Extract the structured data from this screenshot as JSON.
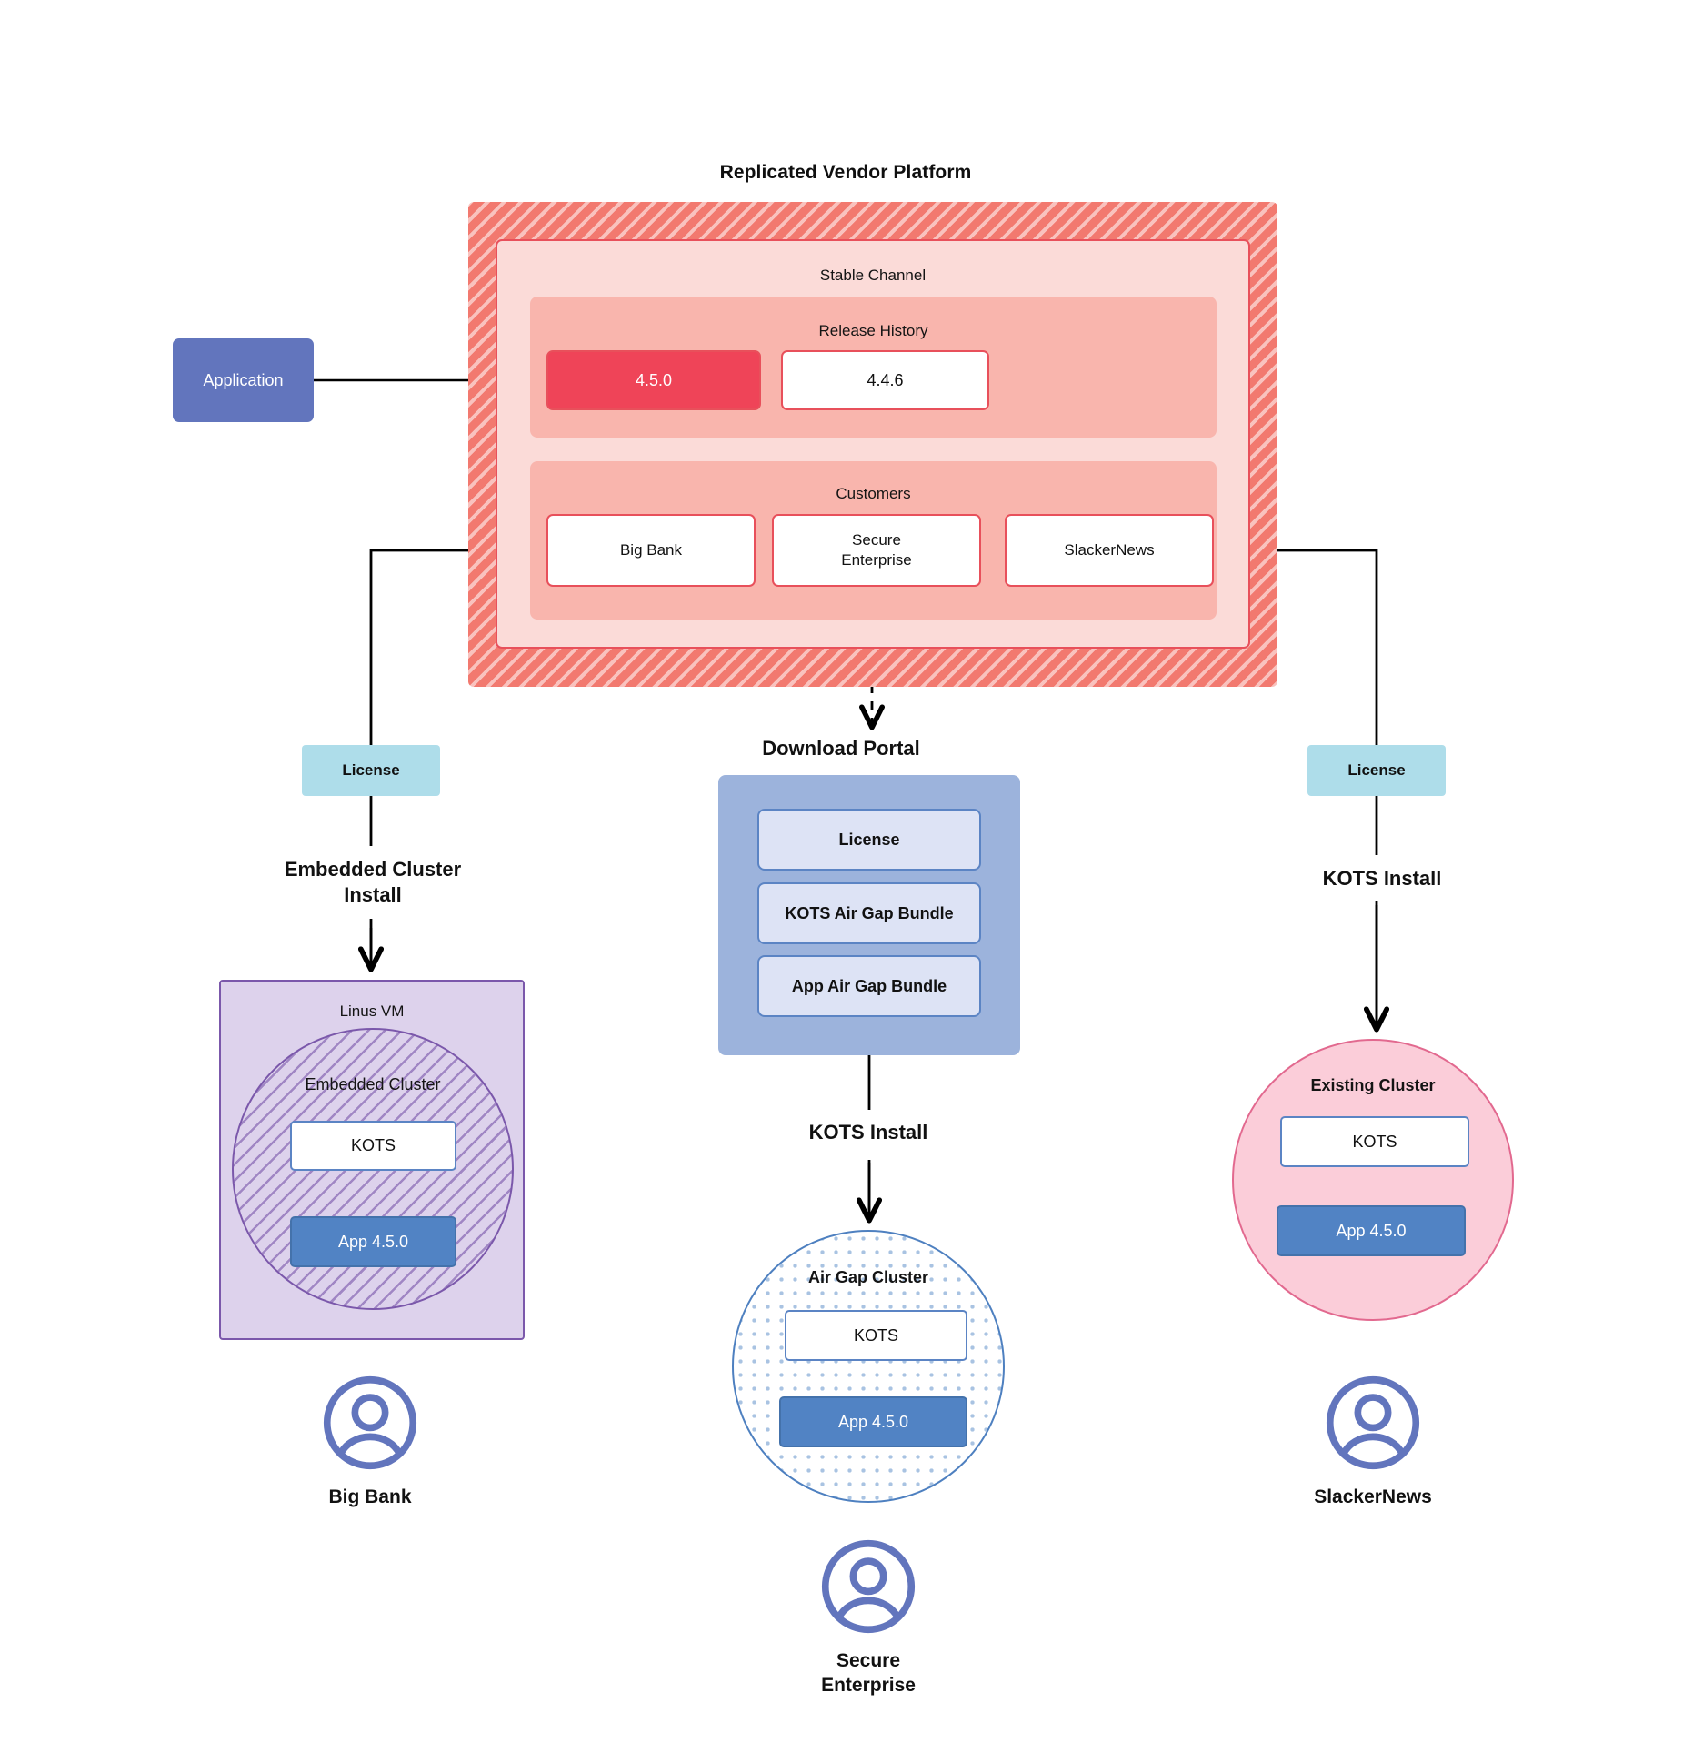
{
  "diagram": {
    "title": "Replicated Vendor Platform",
    "accent_colors": {
      "platform_red": "#f2796f",
      "channel_pink": "#fbdbd8",
      "panel_pink": "#f9b5ad",
      "release_border": "#e8505b",
      "release_current": "#ef4458",
      "application_blue": "#6275bd",
      "license_teal": "#aeddea",
      "portal_blue": "#9cb3dc",
      "portal_item_blue": "#dde3f5",
      "app_blue": "#5183c4",
      "linux_vm_purple": "#ddd2ec",
      "linux_vm_border": "#7b58ab",
      "existing_cluster_pink": "#fbcdd9",
      "existing_cluster_border": "#e2698f",
      "airgap_border": "#4e80c0",
      "persona_purple": "#6275bd"
    }
  },
  "application": {
    "label": "Application"
  },
  "channel": {
    "title": "Stable Channel",
    "release_history": {
      "title": "Release History",
      "releases": [
        {
          "version": "4.5.0",
          "state": "current"
        },
        {
          "version": "4.4.6",
          "state": "previous"
        }
      ]
    },
    "customers": {
      "title": "Customers",
      "items": [
        {
          "name": "Big Bank"
        },
        {
          "name": "Secure\nEnterprise"
        },
        {
          "name": "SlackerNews"
        }
      ]
    }
  },
  "license_chips": {
    "left_label": "License",
    "right_label": "License"
  },
  "download_portal": {
    "title": "Download  Portal",
    "items": [
      {
        "label": "License"
      },
      {
        "label": "KOTS Air Gap Bundle"
      },
      {
        "label": "App Air Gap Bundle"
      }
    ]
  },
  "flows": {
    "left_install": "Embedded Cluster\nInstall",
    "middle_install": "KOTS Install",
    "right_install": "KOTS Install"
  },
  "left_branch": {
    "vm_title": "Linus VM",
    "cluster_title": "Embedded Cluster",
    "kots_label": "KOTS",
    "app_label": "App 4.5.0",
    "persona": "Big Bank"
  },
  "middle_branch": {
    "cluster_title": "Air Gap Cluster",
    "kots_label": "KOTS",
    "app_label": "App 4.5.0",
    "persona": "Secure\nEnterprise"
  },
  "right_branch": {
    "cluster_title": "Existing Cluster",
    "kots_label": "KOTS",
    "app_label": "App 4.5.0",
    "persona": "SlackerNews"
  }
}
